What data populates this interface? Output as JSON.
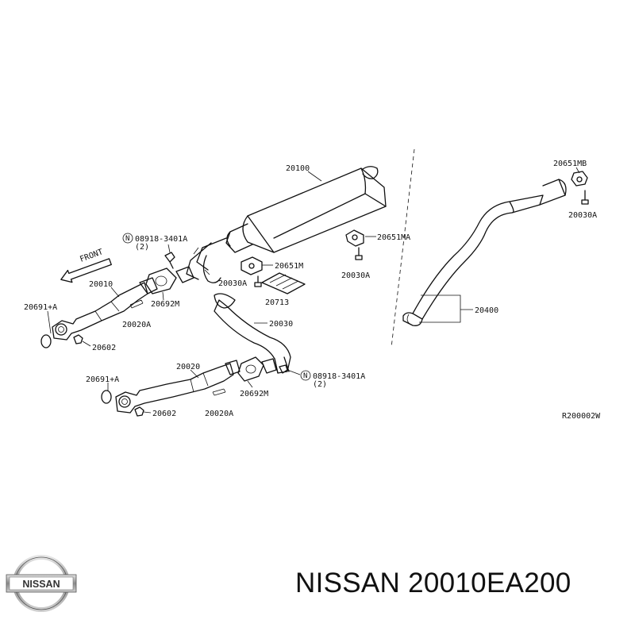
{
  "diagram": {
    "front_label": "FRONT",
    "reference_code": "R200002W",
    "labels": {
      "p20100": "20100",
      "p20651mb": "20651MB",
      "p20030a_tr": "20030A",
      "p20651ma": "20651MA",
      "p08918_top": "08918-3401A",
      "p08918_top_qty": "(2)",
      "p20651m": "20651M",
      "p20030a_mid": "20030A",
      "p20030a_bot": "20030A",
      "p20010": "20010",
      "p20692m_top": "20692M",
      "p20713": "20713",
      "p20400": "20400",
      "p20691a_top": "20691+A",
      "p20020a_top": "20020A",
      "p20030": "20030",
      "p20602_top": "20602",
      "p20020": "20020",
      "p08918_bot": "08918-3401A",
      "p08918_bot_qty": "(2)",
      "p20691a_bot": "20691+A",
      "p20692m_bot": "20692M",
      "p20602_bot": "20602",
      "p20020a_bot": "20020A",
      "nut_symbol_top": "N",
      "nut_symbol_bot": "N"
    }
  },
  "brand": {
    "logo_text": "NISSAN",
    "name": "NISSAN",
    "part_number": "20010EA200"
  }
}
